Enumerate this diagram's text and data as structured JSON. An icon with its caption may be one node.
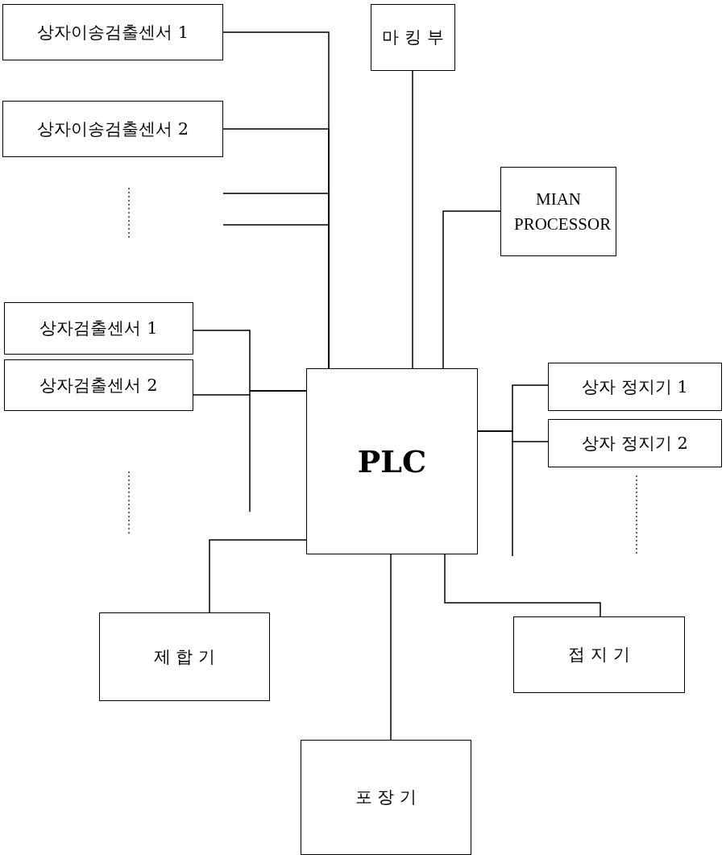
{
  "diagram": {
    "nodes": [
      {
        "text": [
          "PLC"
        ]
      },
      {
        "text": [
          "상자이송검출센서 1"
        ]
      },
      {
        "text": [
          "상자이송검출센서 2"
        ]
      },
      {
        "text": [
          "마 킹 부"
        ]
      },
      {
        "text": [
          "MIAN PROCESSOR"
        ]
      },
      {
        "text": [
          "상자검출센서 1"
        ]
      },
      {
        "text": [
          "상자검출센서 2"
        ]
      },
      {
        "text": [
          "상자 정지기 1"
        ]
      },
      {
        "text": [
          "상자 정지기 2"
        ]
      },
      {
        "text": [
          "제 합 기"
        ]
      },
      {
        "text": [
          "접 지 기"
        ]
      },
      {
        "text": [
          "포 장 기"
        ]
      }
    ],
    "edges": [
      {
        "from": 1,
        "to": 0,
        "arrow": "none"
      },
      {
        "from": 2,
        "to": 0,
        "arrow": "none"
      },
      {
        "from": null,
        "to": 0,
        "arrow": "none"
      },
      {
        "from": null,
        "to": 0,
        "arrow": "none"
      },
      {
        "from": 3,
        "to": 0,
        "arrow": "none"
      },
      {
        "from": 4,
        "to": 0,
        "arrow": "none"
      },
      {
        "from": 5,
        "to": 0,
        "arrow": "none"
      },
      {
        "from": 6,
        "to": 0,
        "arrow": "none"
      },
      {
        "from": 7,
        "to": 0,
        "arrow": "none"
      },
      {
        "from": 8,
        "to": 0,
        "arrow": "none"
      },
      {
        "from": 0,
        "to": 9,
        "arrow": "none"
      },
      {
        "from": 0,
        "to": 10,
        "arrow": "none"
      },
      {
        "from": 0,
        "to": 11,
        "arrow": "none"
      }
    ]
  }
}
